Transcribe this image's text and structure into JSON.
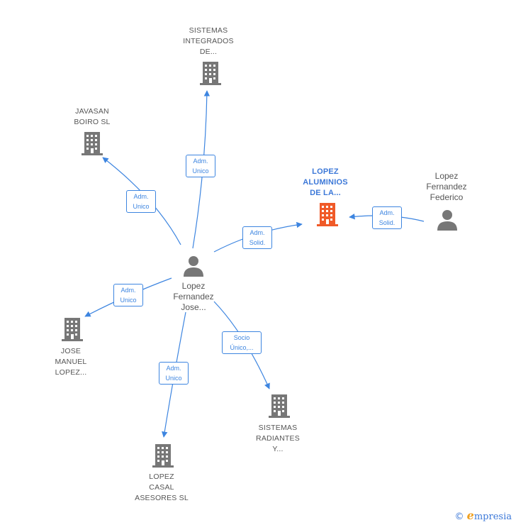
{
  "nodes": {
    "sistemas_integrados": {
      "label": "SISTEMAS\nINTEGRADOS\nDE..."
    },
    "javasan": {
      "label": "JAVASAN\nBOIRO SL"
    },
    "lopez_aluminios": {
      "label": "LOPEZ\nALUMINIOS\nDE LA..."
    },
    "lopez_federico": {
      "label": "Lopez\nFernandez\nFederico"
    },
    "lopez_jose": {
      "label": "Lopez\nFernandez\nJose..."
    },
    "jose_manuel": {
      "label": "JOSE\nMANUEL\nLOPEZ..."
    },
    "sistemas_radiantes": {
      "label": "SISTEMAS\nRADIANTES\nY..."
    },
    "lopez_casal": {
      "label": "LOPEZ\nCASAL\nASESORES SL"
    }
  },
  "edges": {
    "to_sistemas_integrados": "Adm.\nUnico",
    "to_javasan": "Adm.\nUnico",
    "to_lopez_aluminios": "Adm.\nSolid.",
    "federico_to_aluminios": "Adm.\nSolid.",
    "to_jose_manuel": "Adm.\nUnico",
    "to_sistemas_radiantes": "Socio\nÚnico,...",
    "to_lopez_casal": "Adm.\nUnico"
  },
  "footer": {
    "copyright": "©",
    "brand_initial": "e",
    "brand_rest": "mpresia"
  },
  "colors": {
    "edge": "#3d85e0",
    "company_icon": "#777777",
    "main_company_icon": "#f05a28",
    "person_icon": "#777777"
  }
}
